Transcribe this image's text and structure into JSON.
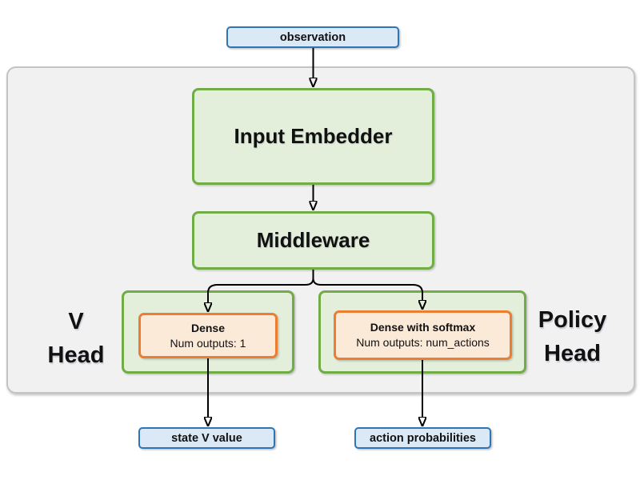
{
  "nodes": {
    "observation": "observation",
    "input_embedder": "Input Embedder",
    "middleware": "Middleware",
    "v_head": {
      "label_line1": "V",
      "label_line2": "Head",
      "dense": {
        "title": "Dense",
        "outputs": "Num outputs: 1"
      }
    },
    "policy_head": {
      "label_line1": "Policy",
      "label_line2": "Head",
      "dense": {
        "title": "Dense with softmax",
        "outputs": "Num outputs: num_actions"
      }
    },
    "state_v_value": "state V value",
    "action_probabilities": "action probabilities"
  },
  "colors": {
    "blue_border": "#2e75b6",
    "blue_fill": "#dbe9f7",
    "green_border": "#70ad47",
    "green_fill": "#e3efda",
    "orange_border": "#ed7d31",
    "orange_fill": "#fcead9",
    "panel_fill": "#f1f1f2",
    "panel_border": "#c4c4c6",
    "arrow": "#000000"
  }
}
